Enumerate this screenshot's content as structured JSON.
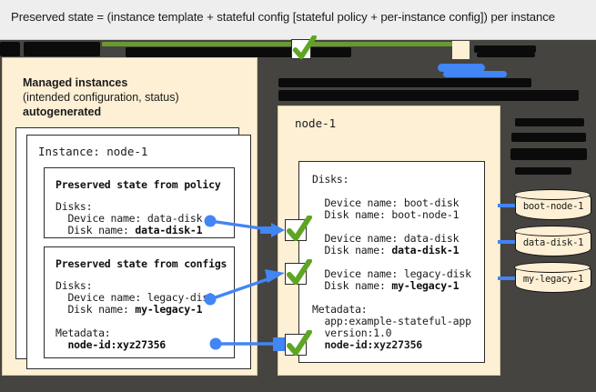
{
  "caption": {
    "text": "Preserved state = (instance template + stateful config [stateful policy + per-instance config]) per instance"
  },
  "colors": {
    "cream": "#fdf0d5",
    "dark_canvas": "#454440",
    "connector_blue": "#4285f4",
    "check_green": "#5fa524",
    "rule_green": "#6a9931",
    "redaction_black": "#0b0b0b",
    "caption_band": "#eeeeee"
  },
  "left_panel": {
    "heading_line1": "Managed instances",
    "heading_line2": "(intended configuration, status)",
    "heading_line3": "autogenerated",
    "instance_card": {
      "title": "Instance: node-1",
      "boxes": [
        {
          "title": "Preserved state from policy",
          "lines": [
            {
              "text": "Disks:",
              "bold_tail": ""
            },
            {
              "text": "  Device name: data-disk",
              "bold_tail": ""
            },
            {
              "text": "  Disk name: ",
              "bold_tail": "data-disk-1"
            }
          ]
        },
        {
          "title": "Preserved state from configs",
          "lines": [
            {
              "text": "Disks:",
              "bold_tail": ""
            },
            {
              "text": "  Device name: legacy-disk",
              "bold_tail": ""
            },
            {
              "text": "  Disk name: ",
              "bold_tail": "my-legacy-1"
            },
            {
              "text": "",
              "bold_tail": ""
            },
            {
              "text": "Metadata:",
              "bold_tail": ""
            },
            {
              "text": "  ",
              "bold_tail": "node-id:xyz27356"
            }
          ]
        }
      ]
    }
  },
  "right_panel": {
    "title": "node-1",
    "disks_label": "Disks:",
    "entries": [
      {
        "device": "  Device name: boot-disk",
        "disk_prefix": "  Disk name: ",
        "disk_bold": "",
        "disk_plain": "boot-node-1",
        "checked": false
      },
      {
        "device": "  Device name: data-disk",
        "disk_prefix": "  Disk name: ",
        "disk_bold": "data-disk-1",
        "disk_plain": "",
        "checked": true
      },
      {
        "device": "  Device name: legacy-disk",
        "disk_prefix": "  Disk name: ",
        "disk_bold": "my-legacy-1",
        "disk_plain": "",
        "checked": true
      }
    ],
    "metadata_label": "Metadata:",
    "metadata_lines": [
      {
        "text": "  app:example-stateful-app",
        "bold": false
      },
      {
        "text": "  version:1.0",
        "bold": false
      },
      {
        "text": "  node-id:xyz27356",
        "bold": true
      }
    ]
  },
  "disks": [
    {
      "label": "boot-node-1"
    },
    {
      "label": "data-disk-1"
    },
    {
      "label": "my-legacy-1"
    }
  ],
  "icons": {
    "check": "check-icon",
    "arrow": "arrow-right-icon",
    "dot": "connector-dot-icon",
    "cylinder": "disk-cylinder-icon"
  }
}
